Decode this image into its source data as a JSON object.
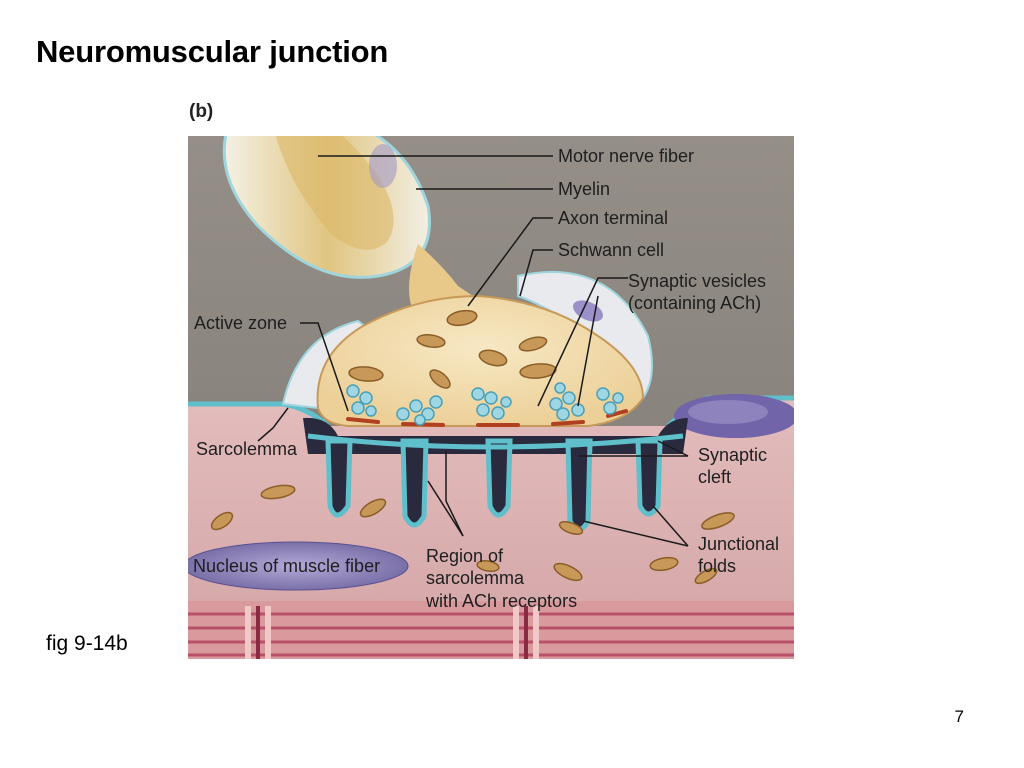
{
  "slide": {
    "title": "Neuromuscular junction",
    "caption": "fig 9-14b",
    "page_number": "7"
  },
  "figure": {
    "panel_label": "(b)",
    "labels": {
      "motor_nerve_fiber": "Motor nerve fiber",
      "myelin": "Myelin",
      "axon_terminal": "Axon terminal",
      "schwann_cell": "Schwann cell",
      "synaptic_vesicles_line1": "Synaptic vesicles",
      "synaptic_vesicles_line2": "(containing ACh)",
      "active_zone": "Active zone",
      "sarcolemma": "Sarcolemma",
      "synaptic_cleft_line1": "Synaptic",
      "synaptic_cleft_line2": "cleft",
      "junctional_folds_line1": "Junctional",
      "junctional_folds_line2": "folds",
      "nucleus": "Nucleus of muscle fiber",
      "region_line1": "Region of",
      "region_line2": "sarcolemma",
      "region_line3": "with ACh receptors"
    },
    "colors": {
      "background": "#8a8680",
      "muscle": "#dcb3b4",
      "axon_terminal": "#f2dcae",
      "membrane_teal": "#5fbfcb",
      "cleft_dark": "#2a2a3e",
      "myelin": "#e8eaee",
      "mitochondria": "#c89858",
      "nucleus": "#7f74ad",
      "myofibril": "#b8506a"
    }
  }
}
